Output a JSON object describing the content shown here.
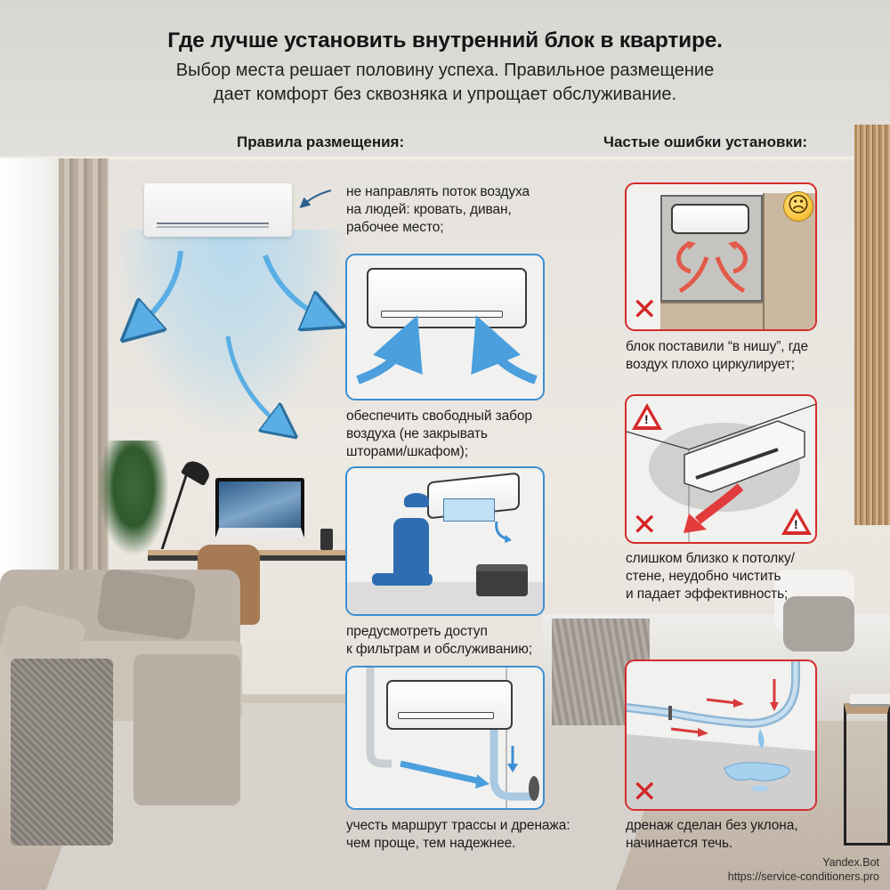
{
  "header": {
    "title": "Где лучше установить внутренний блок в квартире.",
    "subtitle_line1": "Выбор места решает половину успеха. Правильное размещение",
    "subtitle_line2": "дает комфорт без сквозняка и упрощает обслуживание."
  },
  "sections": {
    "rules_heading": "Правила размещения:",
    "mistakes_heading": "Частые ошибки установки:"
  },
  "rules": [
    {
      "icon": "air-flow-arrows-icon",
      "lines": [
        "не направлять поток воздуха",
        "на людей: кровать, диван,",
        "рабочее место;"
      ]
    },
    {
      "icon": "air-intake-arrows-icon",
      "lines": [
        "обеспечить свободный забор",
        "воздуха (не закрывать",
        "шторами/шкафом);"
      ]
    },
    {
      "icon": "technician-filter-icon",
      "lines": [
        "предусмотреть доступ",
        "к фильтрам и обслуживанию;"
      ]
    },
    {
      "icon": "drain-pipe-route-icon",
      "lines": [
        "учесть маршрут трассы и дренажа:",
        "чем проще, тем надежнее."
      ]
    }
  ],
  "mistakes": [
    {
      "icon": "niche-recirculation-icon",
      "badge": "sad-face-icon",
      "mark": "✕",
      "lines": [
        "блок поставили “в нишу”, где",
        "воздух плохо циркулирует;"
      ]
    },
    {
      "icon": "too-close-to-ceiling-icon",
      "badge": "warning-icon",
      "mark": "✕",
      "warning_mark": "!",
      "lines": [
        "слишком близко к потолку/",
        "стене, неудобно чистить",
        "и падает эффективность;"
      ]
    },
    {
      "icon": "drain-leak-icon",
      "mark": "✕",
      "lines": [
        "дренаж сделан без уклона,",
        "начинается течь."
      ]
    }
  ],
  "watermark": {
    "line1": "Yandex.Bot",
    "line2": "https://service-conditioners.pro"
  },
  "colors": {
    "good_border": "#3c8ed0",
    "bad_border": "#d52b2b",
    "air_blue": "#5aaee6",
    "error_red": "#d42424"
  }
}
